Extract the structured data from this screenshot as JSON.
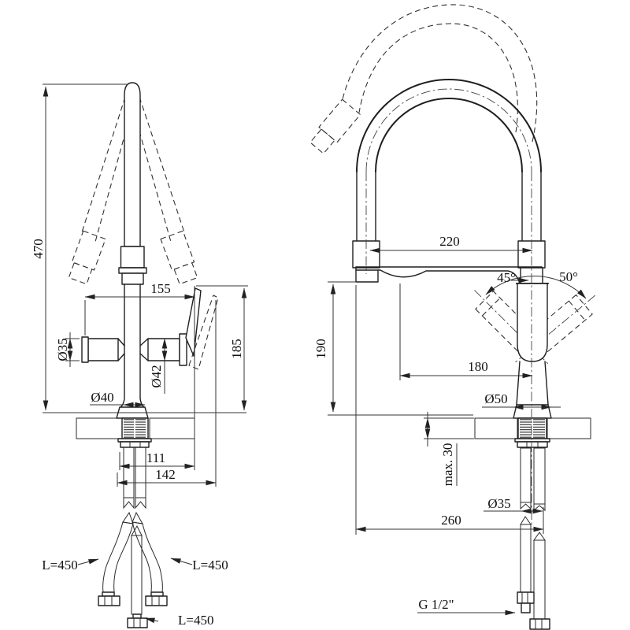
{
  "meta": {
    "background": "#ffffff",
    "line_color": "#1f1f1f",
    "description": "Two-view technical dimension drawing of a kitchen mixer faucet with flexible swivel spout and supply hoses",
    "units": "mm"
  },
  "side_view": {
    "name": "side view",
    "total_height": "470",
    "spout_reach": "155",
    "side_spray_diameter": "Ø35",
    "cartridge_diameter": "Ø42",
    "body_diameter": "Ø40",
    "handle_height": "185",
    "rear_clearance": "111",
    "rear_clearance_max": "142",
    "hose_length_left": "L=450",
    "hose_length_center": "L=450",
    "hose_length_right": "L=450"
  },
  "front_view": {
    "name": "front view",
    "arch_width": "220",
    "handle_swing_left": "45°",
    "handle_swing_right": "50°",
    "spout_outlet_height": "190",
    "outlet_offset": "180",
    "base_diameter": "Ø50",
    "countertop_thickness": "max. 30",
    "shank_diameter": "Ø35",
    "overall_depth": "260",
    "connection_thread": "G 1/2\""
  }
}
